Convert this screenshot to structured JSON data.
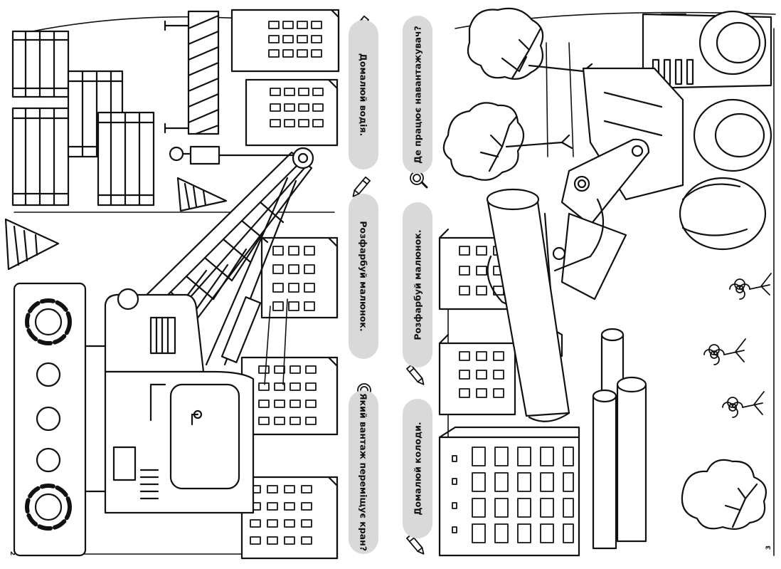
{
  "left_page": {
    "page_number": "2",
    "tasks": [
      {
        "icon": "pencil-icon",
        "text": "Домалюй водія."
      },
      {
        "icon": "pencil-icon",
        "text": "Розфарбуй малюнок."
      },
      {
        "icon": "magnifier-icon",
        "text": "Який вантаж переміщує кран?"
      }
    ]
  },
  "right_page": {
    "page_number": "3",
    "tasks": [
      {
        "icon": "magnifier-icon",
        "text": "Де працює навантажувач?"
      },
      {
        "icon": "pencil-icon",
        "text": "Розфарбуй малюнок."
      },
      {
        "icon": "pencil-icon",
        "text": "Домалюй колоди."
      }
    ]
  }
}
